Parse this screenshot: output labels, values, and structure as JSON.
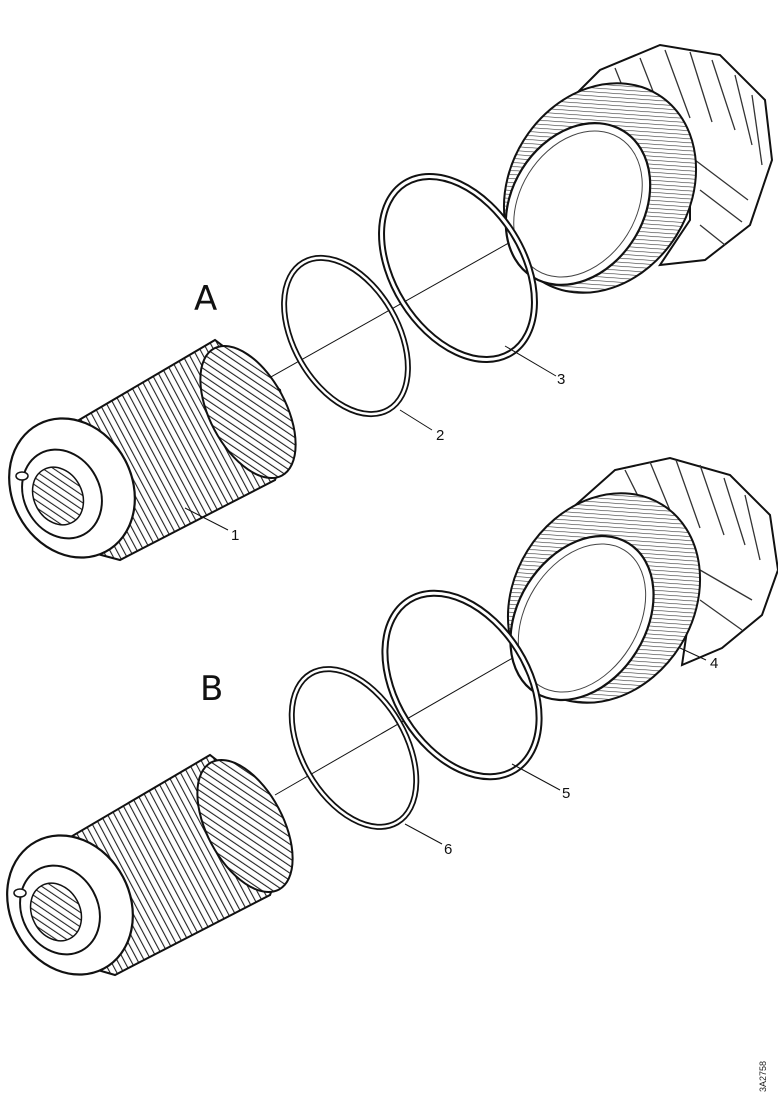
{
  "sections": [
    {
      "label": "A",
      "callouts": [
        "1",
        "2",
        "3"
      ]
    },
    {
      "label": "B",
      "callouts": [
        "4",
        "5",
        "6"
      ]
    }
  ],
  "reference_code": "3A2758",
  "colors": {
    "ink": "#111111",
    "paper": "#ffffff",
    "pleat": "#333333"
  }
}
